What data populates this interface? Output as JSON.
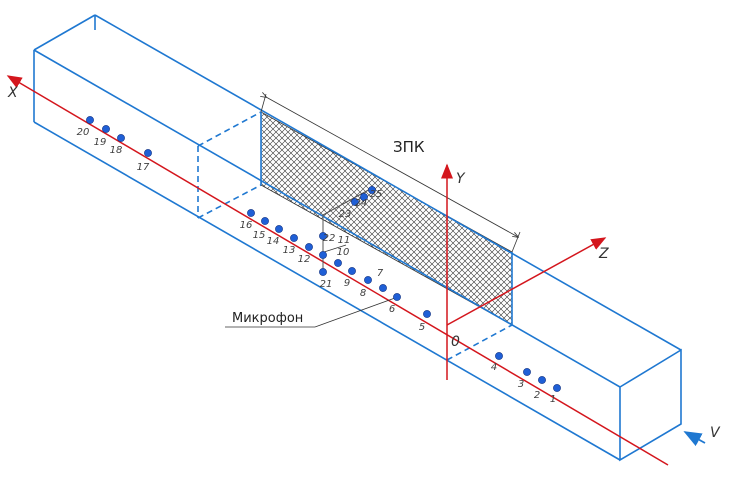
{
  "labels": {
    "zone": "ЗПК",
    "microphone": "Микрофон",
    "axis_x": "X",
    "axis_y": "Y",
    "axis_z": "Z",
    "origin": "0",
    "flow": "V"
  },
  "points": [
    {
      "id": "1"
    },
    {
      "id": "2"
    },
    {
      "id": "3"
    },
    {
      "id": "4"
    },
    {
      "id": "5"
    },
    {
      "id": "6"
    },
    {
      "id": "7"
    },
    {
      "id": "8"
    },
    {
      "id": "9"
    },
    {
      "id": "10"
    },
    {
      "id": "11"
    },
    {
      "id": "12"
    },
    {
      "id": "13"
    },
    {
      "id": "14"
    },
    {
      "id": "15"
    },
    {
      "id": "16"
    },
    {
      "id": "17"
    },
    {
      "id": "18"
    },
    {
      "id": "19"
    },
    {
      "id": "20"
    },
    {
      "id": "21"
    },
    {
      "id": "22"
    },
    {
      "id": "23"
    },
    {
      "id": "24"
    },
    {
      "id": "25"
    }
  ],
  "colors": {
    "tube": "#1f78d1",
    "axis": "#d4161d",
    "mic": "#1f5fd6"
  }
}
